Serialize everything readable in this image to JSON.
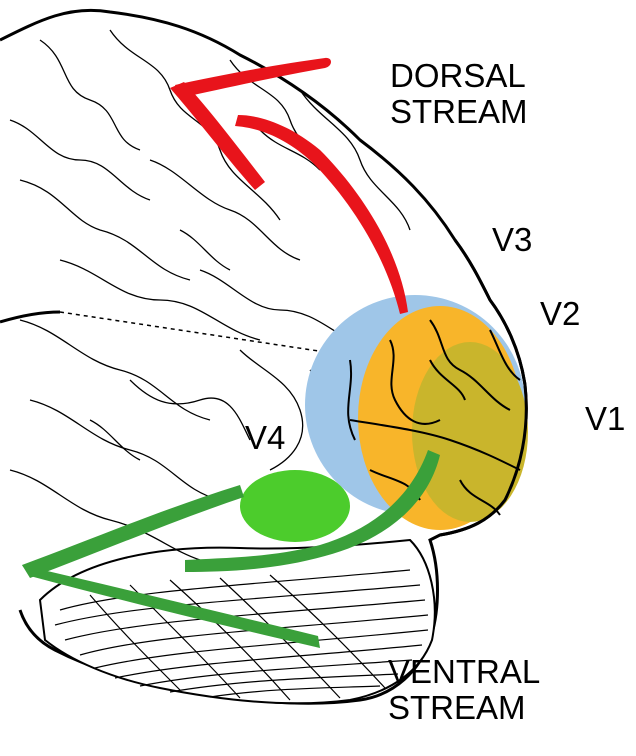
{
  "labels": {
    "dorsal_line1": "DORSAL",
    "dorsal_line2": "STREAM",
    "v1": "V1",
    "v2": "V2",
    "v3": "V3",
    "v4": "V4",
    "ventral_line1": "VENTRAL",
    "ventral_line2": "STREAM"
  },
  "colors": {
    "dorsal_stream": "#e8141b",
    "ventral_stream": "#3aa03a",
    "v1_region": "#c9b52c",
    "v2_region": "#f8b52a",
    "v3_region": "#9fc6e8",
    "v4_region": "#4ccc2c",
    "outline": "#000000"
  }
}
